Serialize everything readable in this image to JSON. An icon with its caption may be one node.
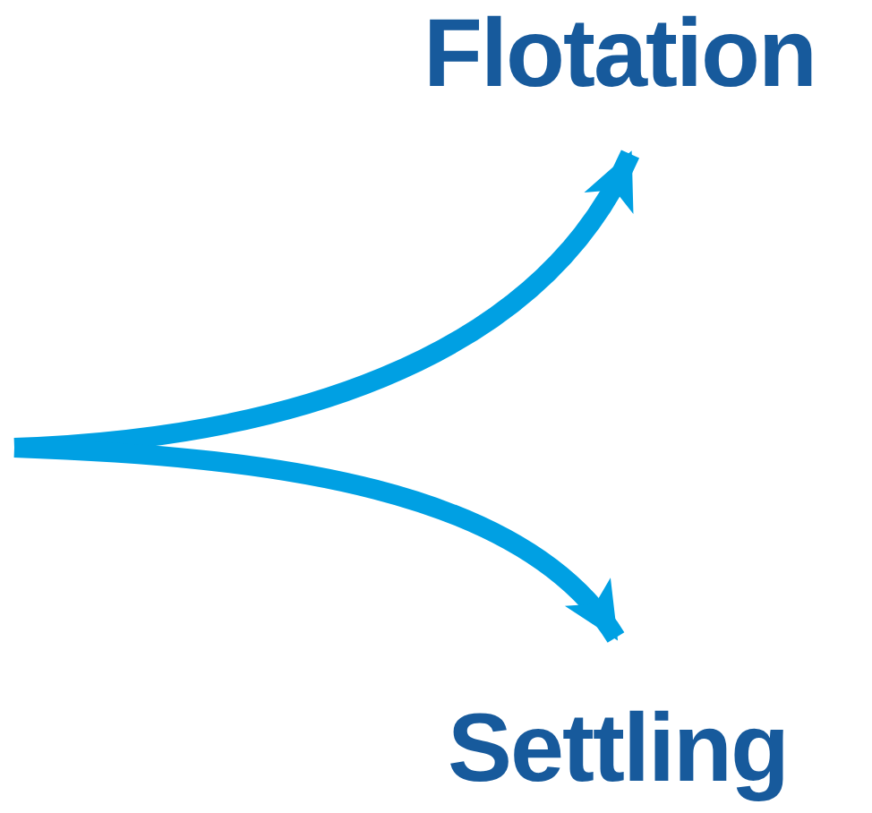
{
  "diagram": {
    "nodes": [
      {
        "text": [
          "Flotation"
        ]
      },
      {
        "text": [
          "Settling"
        ]
      }
    ],
    "edges": [
      {
        "from": null,
        "to": 0,
        "arrow": "to"
      },
      {
        "from": null,
        "to": 1,
        "arrow": "to"
      }
    ]
  }
}
